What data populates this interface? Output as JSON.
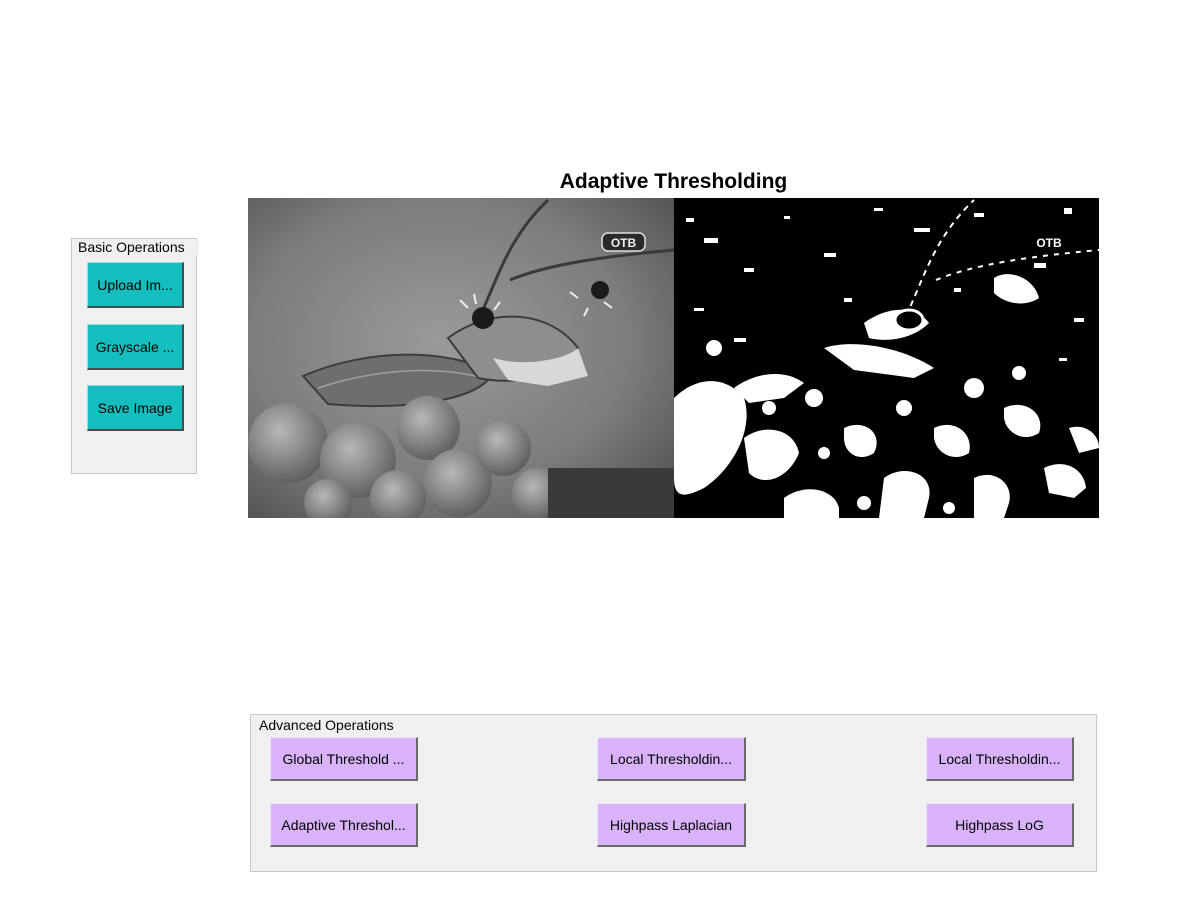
{
  "basic_panel": {
    "title": "Basic Operations",
    "buttons": [
      "Upload Im...",
      "Grayscale ...",
      "Save Image"
    ]
  },
  "figure": {
    "title": "Adaptive Thresholding",
    "watermark": "ОТВ"
  },
  "advanced_panel": {
    "title": "Advanced Operations",
    "buttons": [
      "Global Threshold ...",
      "Local Thresholdin...",
      "Local Thresholdin...",
      "Adaptive Threshol...",
      "Highpass Laplacian",
      "Highpass LoG"
    ]
  },
  "colors": {
    "basic_button": "#14bebe",
    "advanced_button": "#d9b3fa",
    "panel_background": "#f0f0f0"
  }
}
